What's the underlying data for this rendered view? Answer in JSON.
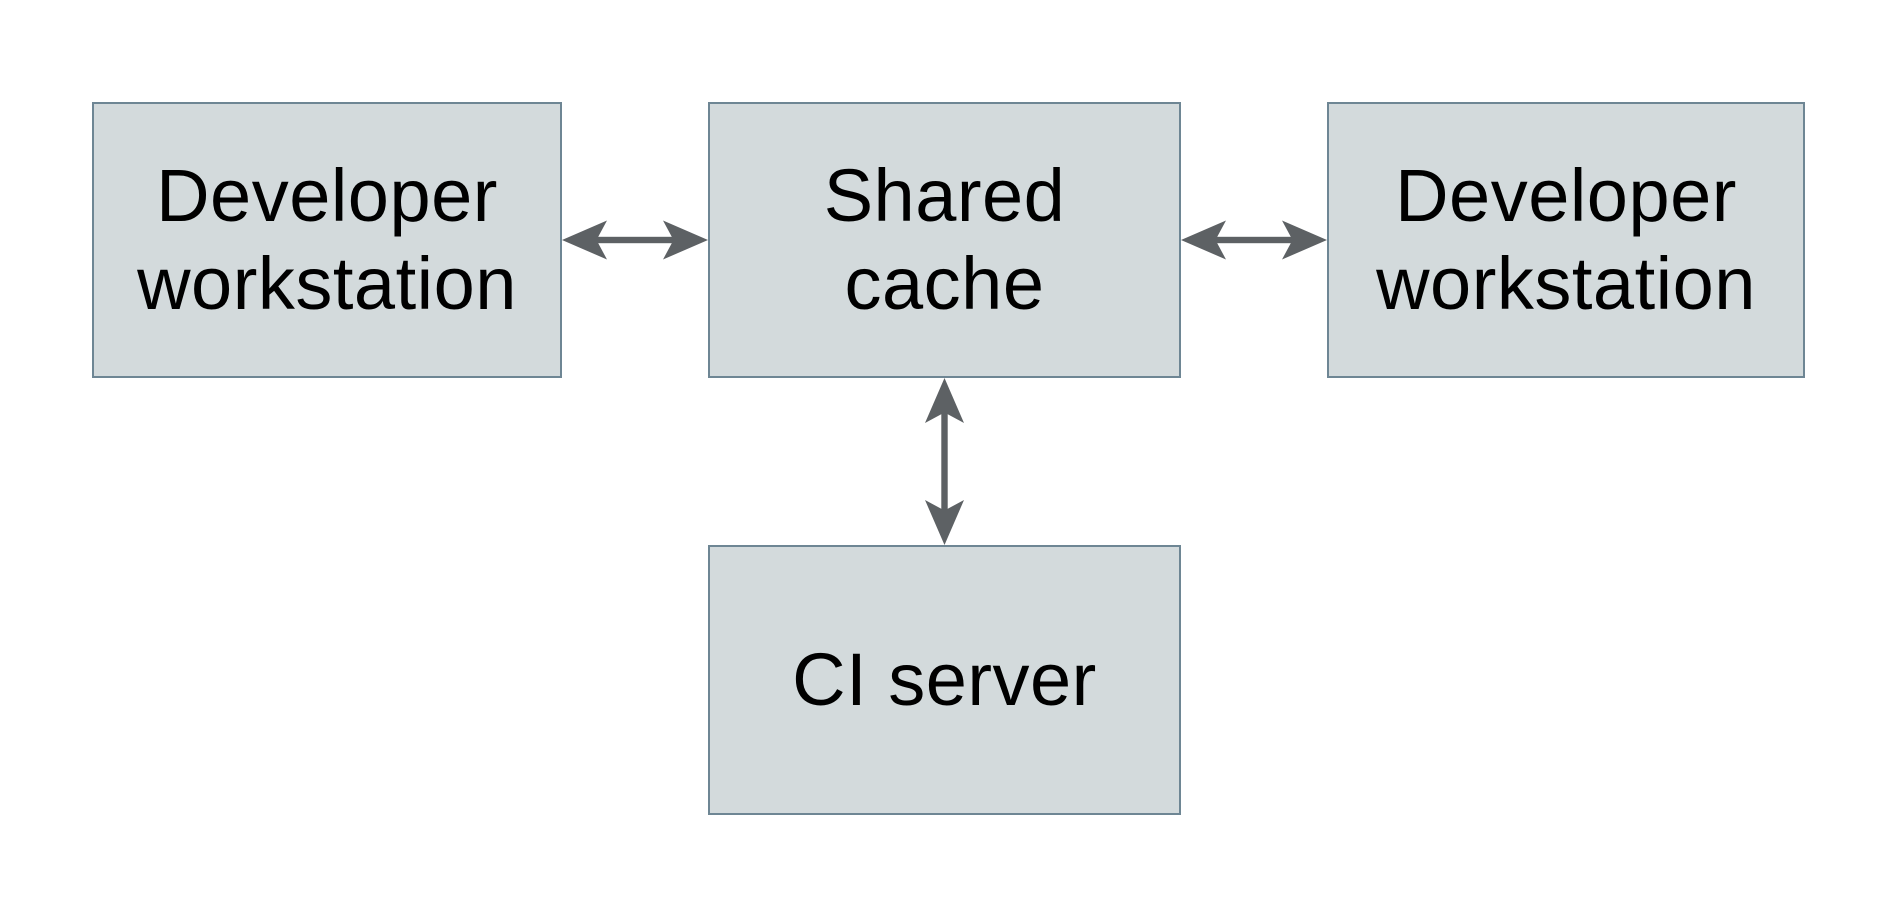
{
  "diagram": {
    "type": "architecture-diagram",
    "colors": {
      "background": "#ffffff",
      "node_fill": "#d3dadc",
      "node_border": "#6e8694",
      "arrow": "#5d6164",
      "text": "#000000"
    },
    "nodes": [
      {
        "id": "developer-workstation-left",
        "lines": [
          "Developer",
          "workstation"
        ]
      },
      {
        "id": "shared-cache",
        "lines": [
          "Shared",
          "cache"
        ]
      },
      {
        "id": "developer-workstation-right",
        "lines": [
          "Developer",
          "workstation"
        ]
      },
      {
        "id": "ci-server",
        "lines": [
          "CI server"
        ]
      }
    ],
    "edges": [
      {
        "from": "developer-workstation-left",
        "to": "shared-cache",
        "style": "double-headed-arrow",
        "orientation": "horizontal"
      },
      {
        "from": "shared-cache",
        "to": "developer-workstation-right",
        "style": "double-headed-arrow",
        "orientation": "horizontal"
      },
      {
        "from": "shared-cache",
        "to": "ci-server",
        "style": "double-headed-arrow",
        "orientation": "vertical"
      }
    ]
  }
}
